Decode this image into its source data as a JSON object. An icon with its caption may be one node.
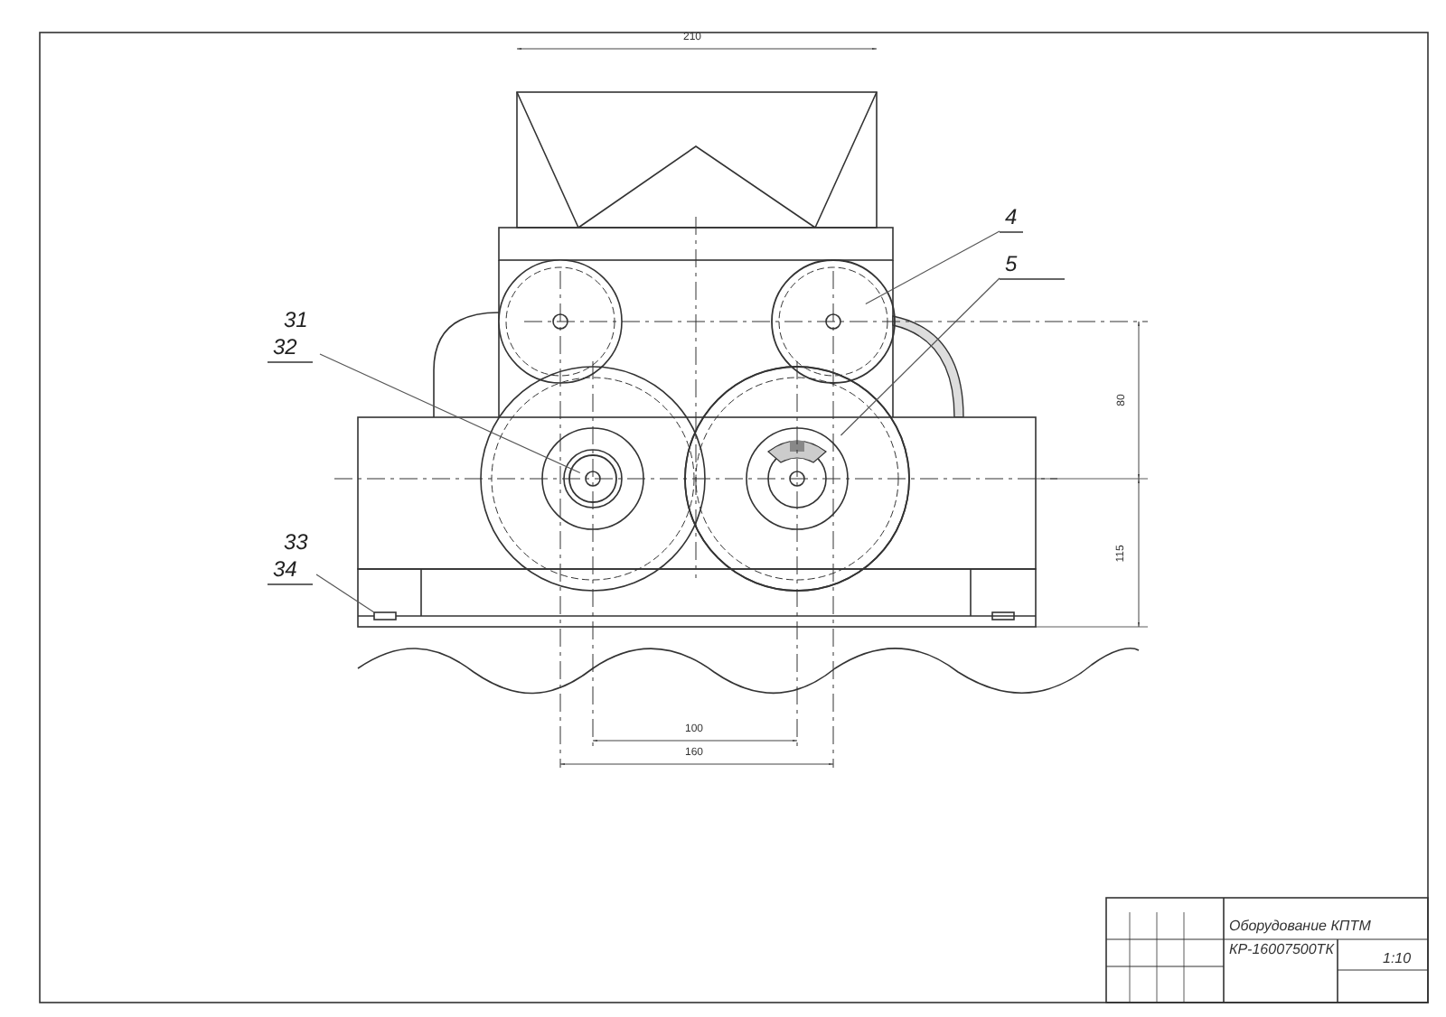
{
  "diagram": {
    "nodes": [
      {
        "text": [
          "31",
          "32"
        ]
      },
      {
        "text": [],
        "shape": "circle"
      },
      {
        "text": [
          "4"
        ]
      },
      {
        "text": [],
        "shape": "circle"
      },
      {
        "text": [
          "5"
        ]
      },
      {
        "text": [],
        "shape": "circle"
      },
      {
        "text": [
          "33",
          "34"
        ]
      },
      {
        "text": [],
        "shape": "box"
      }
    ],
    "edges": [
      {
        "from": 0,
        "to": 1,
        "arrow": "none"
      },
      {
        "from": 2,
        "to": 3,
        "arrow": "none"
      },
      {
        "from": 4,
        "to": 5,
        "arrow": "none"
      },
      {
        "from": 6,
        "to": 7,
        "arrow": "none"
      }
    ],
    "labels": [
      "210",
      "80",
      "115",
      "100",
      "160",
      "Оборудование КПТМ",
      "КР-16007500ТК",
      "1:10"
    ]
  }
}
